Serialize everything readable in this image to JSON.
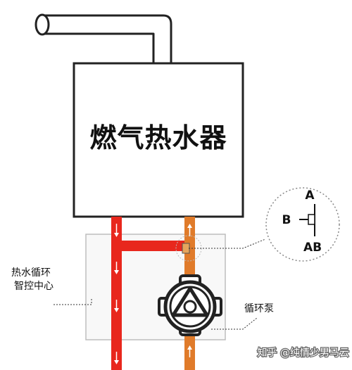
{
  "heater_label": "燃气热水器",
  "controller_label_line1": "热水循环",
  "controller_label_line2": "智控中心",
  "pump_label": "循环泵",
  "valve_labels": {
    "a": "A",
    "b": "B",
    "ab": "AB"
  },
  "watermark": "知乎 @纯情少男马云",
  "colors": {
    "hot_pipe": "#e8271d",
    "return_pipe": "#e07b2a",
    "outline": "#222222",
    "flue": "#ffffff"
  }
}
